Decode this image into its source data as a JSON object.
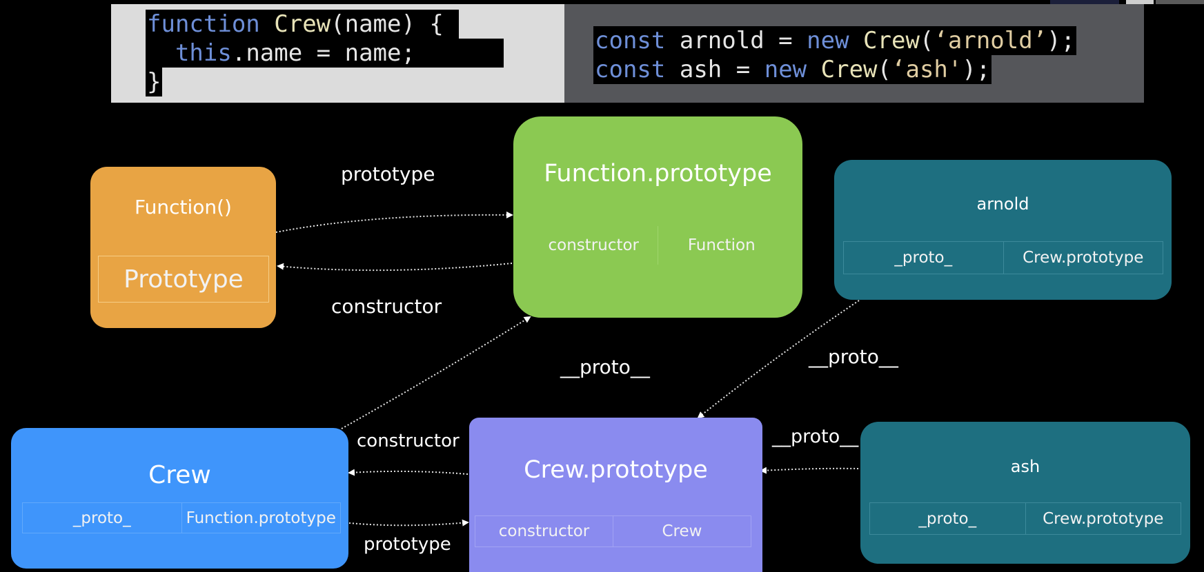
{
  "code_left": {
    "line1": {
      "kw": "function",
      "name": "Crew",
      "rest": "(name) {"
    },
    "line2": {
      "kw": "this",
      "rest": ".name = name;"
    },
    "line3": "}"
  },
  "code_right": {
    "line1": {
      "kw1": "const",
      "var": "arnold",
      "eq": "=",
      "kw2": "new",
      "fn": "Crew",
      "open": "(",
      "arg": "‘arnold’",
      "close": ");"
    },
    "line2": {
      "kw1": "const",
      "var": "ash",
      "eq": "=",
      "kw2": "new",
      "fn": "Crew",
      "open": "(",
      "arg": "‘ash'",
      "close": ");"
    }
  },
  "nodes": {
    "function_ctor": {
      "title": "Function()",
      "inner": "Prototype",
      "color": "#e8a444"
    },
    "function_prototype": {
      "title": "Function.prototype",
      "key": "constructor",
      "value": "Function",
      "color": "#8bc952"
    },
    "arnold": {
      "title": "arnold",
      "key": "_proto_",
      "value": "Crew.prototype",
      "color": "#1e6f80"
    },
    "crew": {
      "title": "Crew",
      "key": "_proto_",
      "value": "Function.prototype",
      "color": "#3f95fb"
    },
    "crew_prototype": {
      "title": "Crew.prototype",
      "key": "constructor",
      "value": "Crew",
      "color": "#8a8bef"
    },
    "ash": {
      "title": "ash",
      "key": "_proto_",
      "value": "Crew.prototype",
      "color": "#1e6f80"
    }
  },
  "edge_labels": {
    "fn_prototype": "prototype",
    "fn_constructor": "constructor",
    "crew_proto": "__proto__",
    "arnold_proto": "__proto__",
    "crew_constructor": "constructor",
    "crew_prototype": "prototype",
    "ash_proto": "__proto__"
  }
}
